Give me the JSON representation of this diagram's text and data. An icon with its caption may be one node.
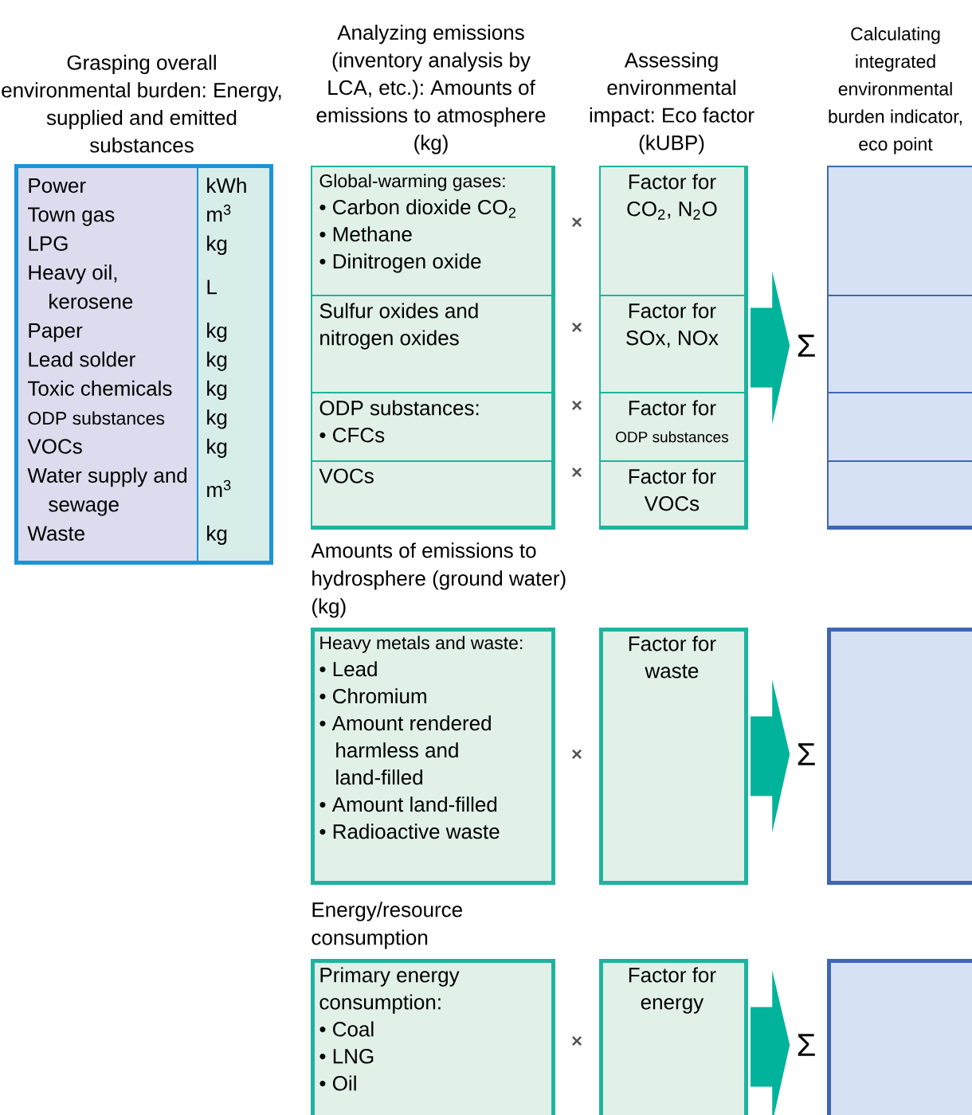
{
  "diagram": {
    "nodes": [
      {
        "text": [
          "Grasping overall environmental burden: Energy, supplied and emitted substances",
          "Power",
          "kWh",
          "Town gas",
          "m$^{3}$",
          "LPG",
          "kg",
          "Heavy oil, kerosene",
          "L",
          "Paper",
          "kg",
          "Lead solder",
          "kg",
          "Toxic chemicals",
          "kg",
          "ODP substances",
          "kg",
          "VOCs",
          "kg",
          "Water supply and sewage",
          "m$^{3}$",
          "Waste",
          "kg"
        ]
      },
      {
        "text": [
          "Analyzing emissions (inventory analysis by LCA, etc.): Amounts of emissions to atmosphere (kg)"
        ]
      },
      {
        "text": [
          "Global-warming gases:",
          "• Carbon dioxide CO$_{2}$",
          "• Methane",
          "• Dinitrogen oxide"
        ],
        "in": 1
      },
      {
        "text": [
          "Sulfur oxides and nitrogen oxides"
        ],
        "in": 1
      },
      {
        "text": [
          "ODP substances:",
          "• CFCs"
        ],
        "in": 1
      },
      {
        "text": [
          "VOCs"
        ],
        "in": 1
      },
      {
        "text": [
          "Assessing environmental impact: Eco factor (kUBP)"
        ]
      },
      {
        "text": [
          "Factor for CO$_{2}$, N$_{2}$O"
        ],
        "in": 6
      },
      {
        "text": [
          "Factor for SOx, NOx"
        ],
        "in": 6
      },
      {
        "text": [
          "Factor for",
          "ODP substances"
        ],
        "in": 6
      },
      {
        "text": [
          "Factor for VOCs"
        ],
        "in": 6
      },
      {
        "text": [
          "Σ"
        ]
      },
      {
        "text": [
          "Calculating integrated environmental burden indicator, eco point"
        ]
      },
      {
        "text": [],
        "shape": "box",
        "in": 12
      },
      {
        "text": [],
        "shape": "box",
        "in": 12
      },
      {
        "text": [],
        "shape": "box",
        "in": 12
      },
      {
        "text": [],
        "shape": "box",
        "in": 12
      },
      {
        "text": [
          "Amounts of emissions to hydrosphere (ground water) (kg)",
          "Heavy metals and waste:",
          "• Lead",
          "• Chromium",
          "• Amount rendered harmless and land-filled",
          "• Amount land-filled",
          "• Radioactive waste"
        ]
      },
      {
        "text": [
          "Factor for waste"
        ]
      },
      {
        "text": [
          "Σ"
        ]
      },
      {
        "text": [],
        "shape": "box"
      },
      {
        "text": [
          "Energy/resource consumption",
          "Primary energy consumption:",
          "• Coal",
          "• LNG",
          "• Oil"
        ]
      },
      {
        "text": [
          "Factor for energy"
        ]
      },
      {
        "text": [
          "Σ"
        ]
      },
      {
        "text": [],
        "shape": "box"
      }
    ],
    "edges": [
      {
        "from": 6,
        "to": 11,
        "arrow": "to"
      },
      {
        "from": 18,
        "to": 19,
        "arrow": "to"
      },
      {
        "from": 22,
        "to": 23,
        "arrow": "to"
      }
    ],
    "labels": [
      "×",
      "×",
      "×",
      "×",
      "×",
      "×"
    ]
  }
}
